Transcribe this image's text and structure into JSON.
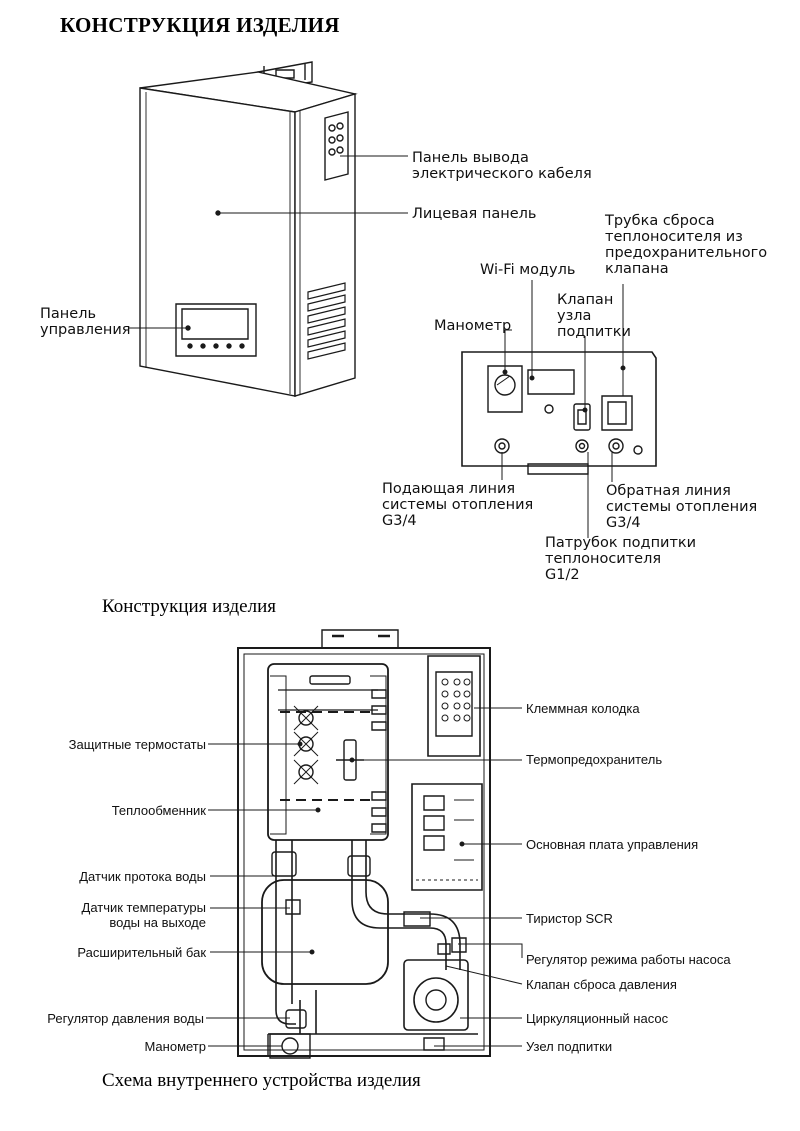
{
  "top": {
    "title": "КОНСТРУКЦИЯ ИЗДЕЛИЯ",
    "labels": {
      "cable_panel": "Панель вывода\nэлектрического кабеля",
      "front_panel": "Лицевая панель",
      "control_panel": "Панель\nуправления",
      "wifi": "Wi-Fi модуль",
      "manometer": "Манометр",
      "makeup_valve": "Клапан\nузла\nподпитки",
      "relief_tube": "Трубка сброса\nтеплоносителя из\nпредохранительного\nклапана",
      "supply_line": "Подающая линия\nсистемы отопления\nG3/4",
      "return_line": "Обратная линия\nсистемы отопления\nG3/4",
      "makeup_pipe": "Патрубок подпитки\nтеплоносителя\nG1/2"
    }
  },
  "middle_caption": "Конструкция изделия",
  "bottom": {
    "labels_left": {
      "thermostats": "Защитные термостаты",
      "heat_exchanger": "Теплообменник",
      "flow_sensor": "Датчик протока воды",
      "temp_sensor": "Датчик температуры\nводы на выходе",
      "expansion_tank": "Расширительный бак",
      "pressure_regulator": "Регулятор давления воды",
      "manometer": "Манометр"
    },
    "labels_right": {
      "terminal_block": "Клеммная колодка",
      "thermal_fuse": "Термопредохранитель",
      "main_board": "Основная плата управления",
      "scr": "Тиристор SCR",
      "pump_mode": "Регулятор режима работы насоса",
      "relief_valve": "Клапан сброса давления",
      "pump": "Циркуляционный насос",
      "makeup_unit": "Узел подпитки"
    }
  },
  "bottom_caption": "Схема внутреннего устройства изделия"
}
